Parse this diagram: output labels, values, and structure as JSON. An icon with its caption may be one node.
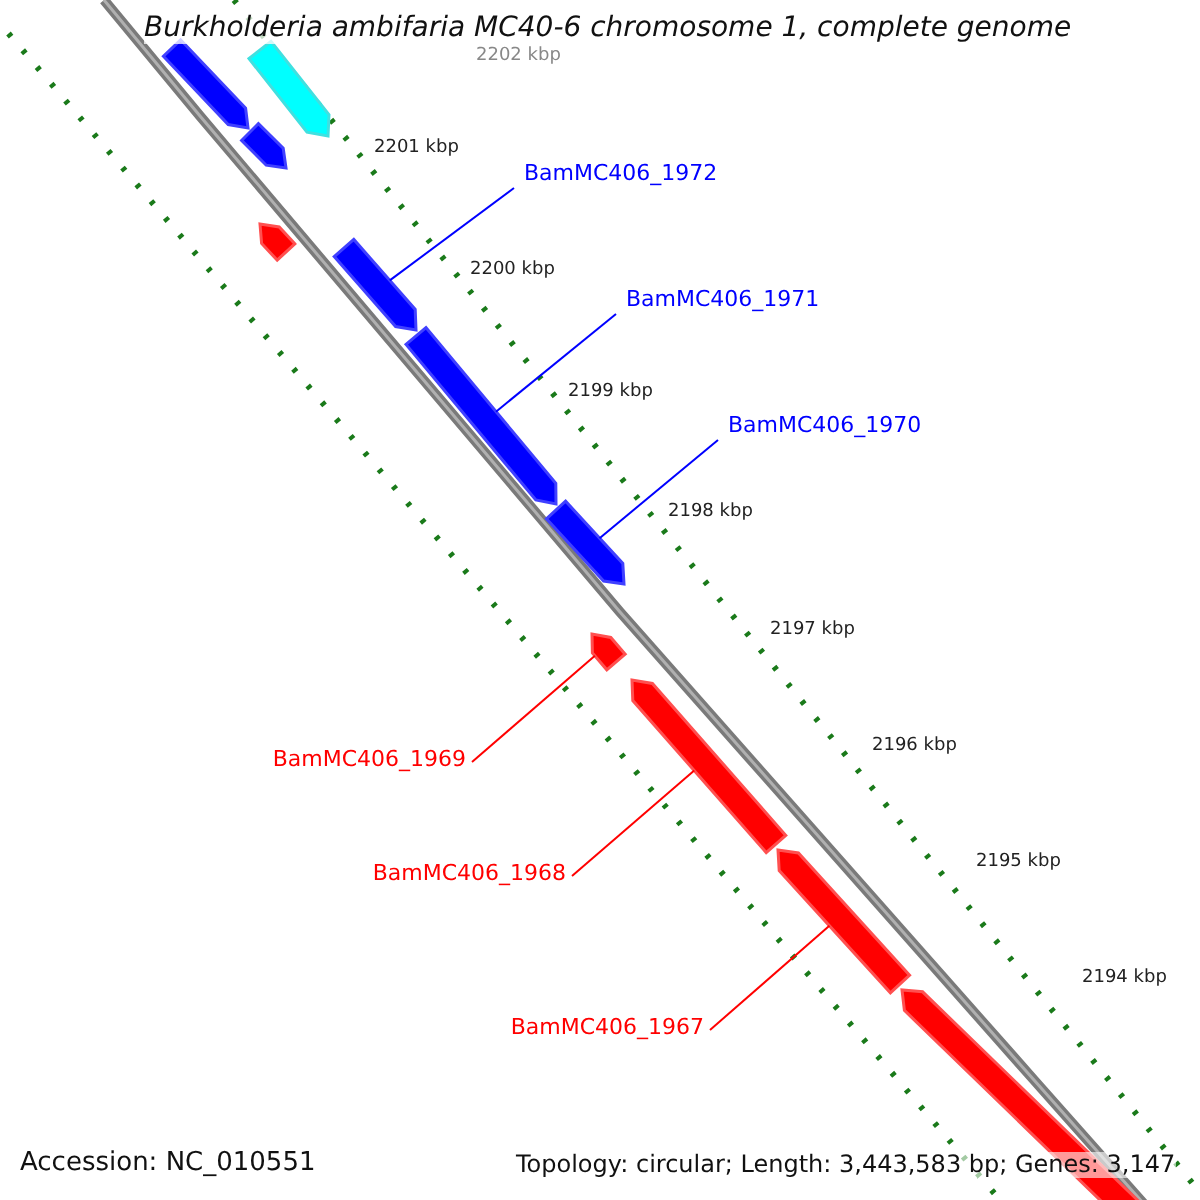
{
  "diagram": {
    "title": "Burkholderia ambifaria MC40-6 chromosome 1, complete genome",
    "nodes": [
      {
        "text": [
          "BamMC406_1972"
        ]
      },
      {
        "text": [
          "BamMC406_1971"
        ]
      },
      {
        "text": [
          "BamMC406_1970"
        ]
      },
      {
        "text": [
          "BamMC406_1969"
        ]
      },
      {
        "text": [
          "BamMC406_1968"
        ]
      },
      {
        "text": [
          "BamMC406_1967"
        ]
      },
      {
        "text": [],
        "shape": "bar"
      },
      {
        "text": [],
        "shape": "bar"
      },
      {
        "text": [],
        "shape": "bar"
      },
      {
        "text": [],
        "shape": "bar"
      },
      {
        "text": [],
        "shape": "bar"
      },
      {
        "text": [],
        "shape": "bar"
      },
      {
        "text": [],
        "shape": "bar"
      },
      {
        "text": [],
        "shape": "bar"
      },
      {
        "text": [],
        "shape": "bar"
      },
      {
        "text": [],
        "shape": "bar"
      },
      {
        "text": [],
        "shape": "bar"
      }
    ],
    "edges": [
      {
        "from": 0,
        "to": 10,
        "arrow": "none",
        "color": "#0000ff"
      },
      {
        "from": 1,
        "to": 11,
        "arrow": "none",
        "color": "#0000ff"
      },
      {
        "from": 2,
        "to": 12,
        "arrow": "none",
        "color": "#0000ff"
      },
      {
        "from": 3,
        "to": 13,
        "arrow": "none",
        "color": "#ff0000"
      },
      {
        "from": 4,
        "to": 14,
        "arrow": "none",
        "color": "#ff0000"
      },
      {
        "from": 5,
        "to": 15,
        "arrow": "none",
        "color": "#ff0000"
      }
    ],
    "labels": [
      "2202 kbp",
      "2201 kbp",
      "2200 kbp",
      "2199 kbp",
      "2198 kbp",
      "2197 kbp",
      "2196 kbp",
      "2195 kbp",
      "2194 kbp",
      "Accession: NC_010551",
      "Topology: circular; Length: 3,443,583 bp; Genes: 3,147"
    ]
  }
}
